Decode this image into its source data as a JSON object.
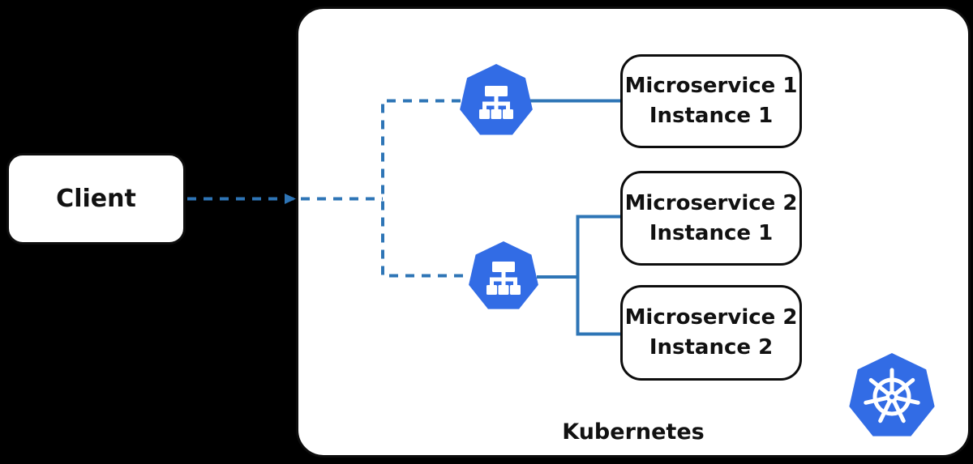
{
  "diagram": {
    "client": {
      "label": "Client"
    },
    "cluster": {
      "label": "Kubernetes"
    },
    "microservices": [
      {
        "line1": "Microservice 1",
        "line2": "Instance 1"
      },
      {
        "line1": "Microservice 2",
        "line2": "Instance 1"
      },
      {
        "line1": "Microservice 2",
        "line2": "Instance 2"
      }
    ],
    "icons": {
      "service1": "kubernetes-service-icon",
      "service2": "kubernetes-service-icon",
      "logo": "kubernetes-helm-logo"
    },
    "colors": {
      "kubernetes_blue": "#326CE5",
      "connector_blue": "#2E75B6",
      "background": "#000000",
      "node_fill": "#FFFFFF",
      "node_border": "#0D0D0D"
    }
  }
}
